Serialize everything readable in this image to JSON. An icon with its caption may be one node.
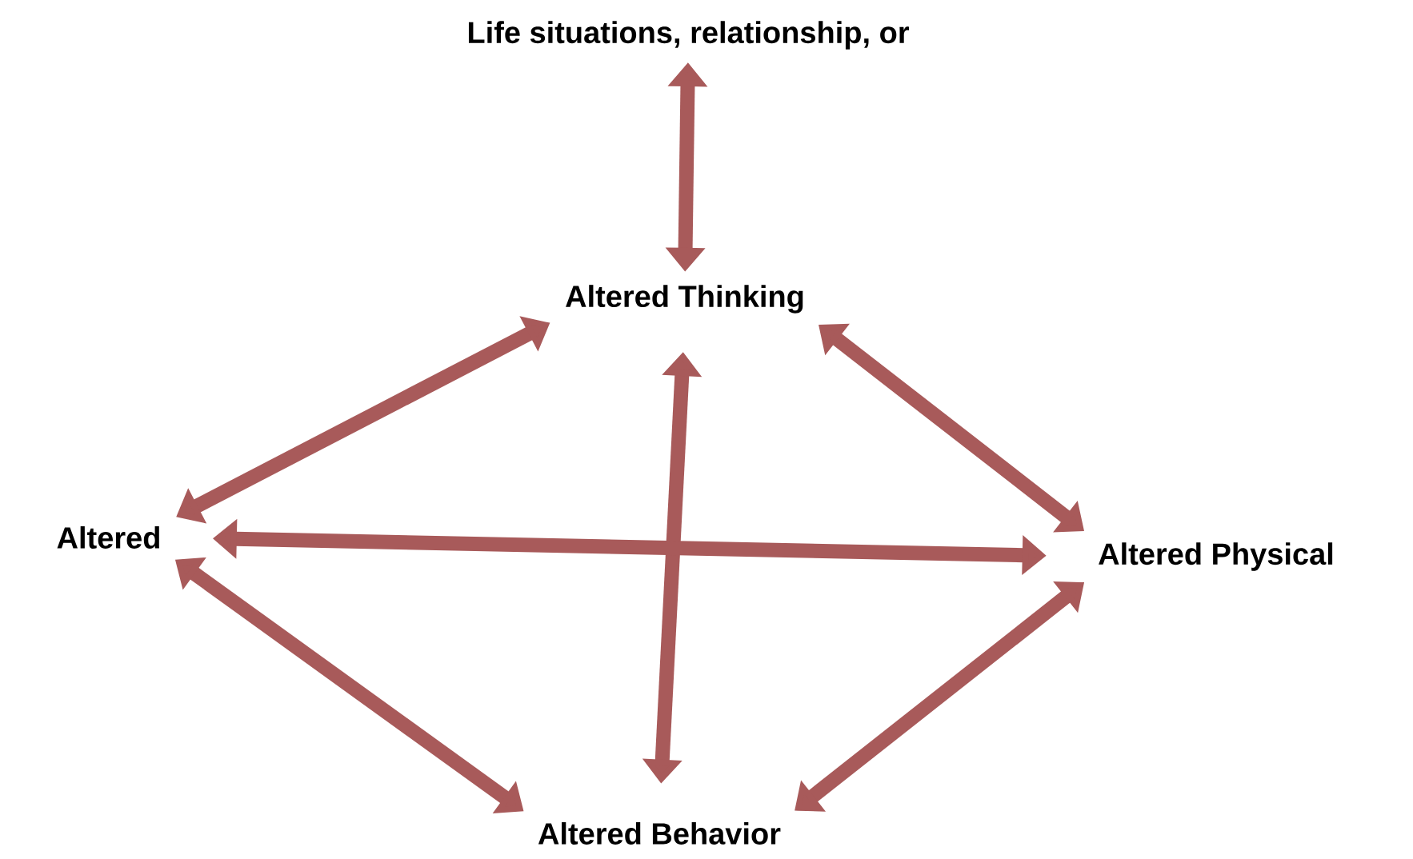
{
  "diagram": {
    "nodes": [
      {
        "text": [
          "Life situations, relationship, or"
        ]
      },
      {
        "text": [
          "Altered Thinking"
        ]
      },
      {
        "text": [
          "Altered"
        ]
      },
      {
        "text": [
          "Altered Physical"
        ]
      },
      {
        "text": [
          "Altered Behavior"
        ]
      }
    ],
    "edges": [
      {
        "from": 0,
        "to": 1,
        "arrow": "both"
      },
      {
        "from": 1,
        "to": 2,
        "arrow": "both"
      },
      {
        "from": 1,
        "to": 3,
        "arrow": "both"
      },
      {
        "from": 2,
        "to": 4,
        "arrow": "both"
      },
      {
        "from": 3,
        "to": 4,
        "arrow": "both"
      },
      {
        "from": 1,
        "to": 4,
        "arrow": "both"
      },
      {
        "from": 2,
        "to": 3,
        "arrow": "both"
      }
    ]
  }
}
